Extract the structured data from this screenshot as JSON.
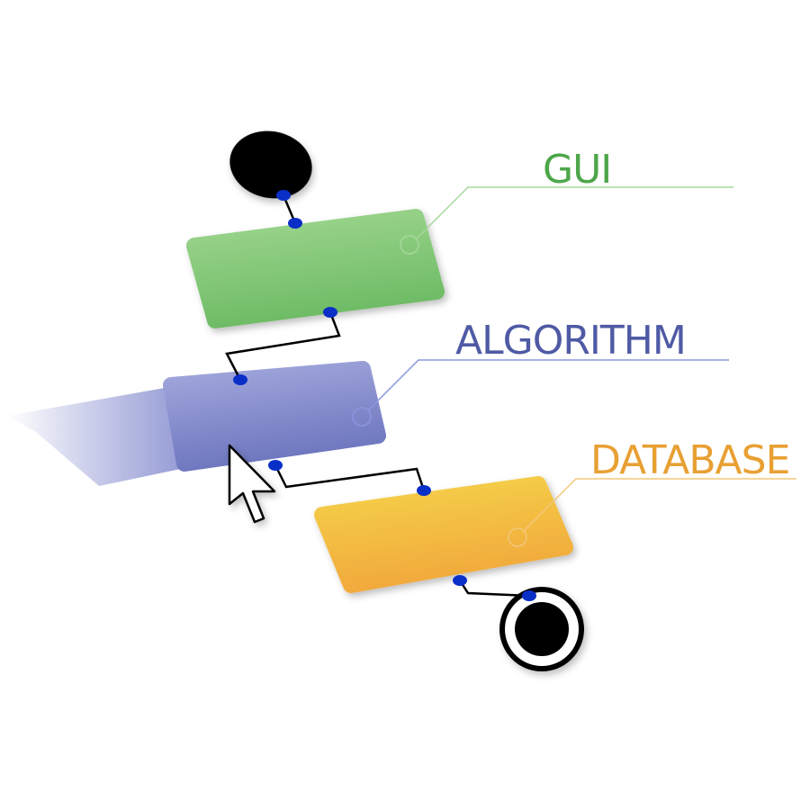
{
  "labels": {
    "gui": "GUI",
    "algorithm": "ALGORITHM",
    "database": "DATABASE"
  },
  "colors": {
    "gui": "#4da64a",
    "algorithm": "#4f5aa5",
    "database": "#e8a033",
    "connector_dot": "#0a2fc8"
  },
  "icons": [
    "start-node-icon",
    "end-node-icon",
    "mouse-cursor-icon"
  ]
}
